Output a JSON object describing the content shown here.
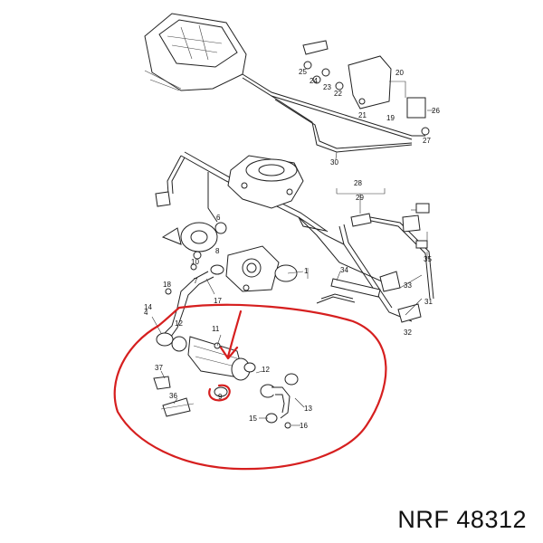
{
  "caption": "NRF 48312",
  "callouts": {
    "c1": "1",
    "c4": "4",
    "c6": "6",
    "c7": "7",
    "c8": "8",
    "c9": "9",
    "c10": "10",
    "c11": "11",
    "c12a": "12",
    "c12b": "12",
    "c13": "13",
    "c14": "14",
    "c15": "15",
    "c16": "16",
    "c17": "17",
    "c18": "18",
    "c19": "19",
    "c20": "20",
    "c21": "21",
    "c22": "22",
    "c23": "23",
    "c24": "24",
    "c25": "25",
    "c26": "26",
    "c27": "27",
    "c28": "28",
    "c29": "29",
    "c30": "30",
    "c31": "31",
    "c32": "32",
    "c33": "33",
    "c34": "34",
    "c35": "35",
    "c36": "36",
    "c37": "37"
  },
  "colors": {
    "line": "#222222",
    "highlight": "#d61f1f",
    "background": "#ffffff"
  }
}
